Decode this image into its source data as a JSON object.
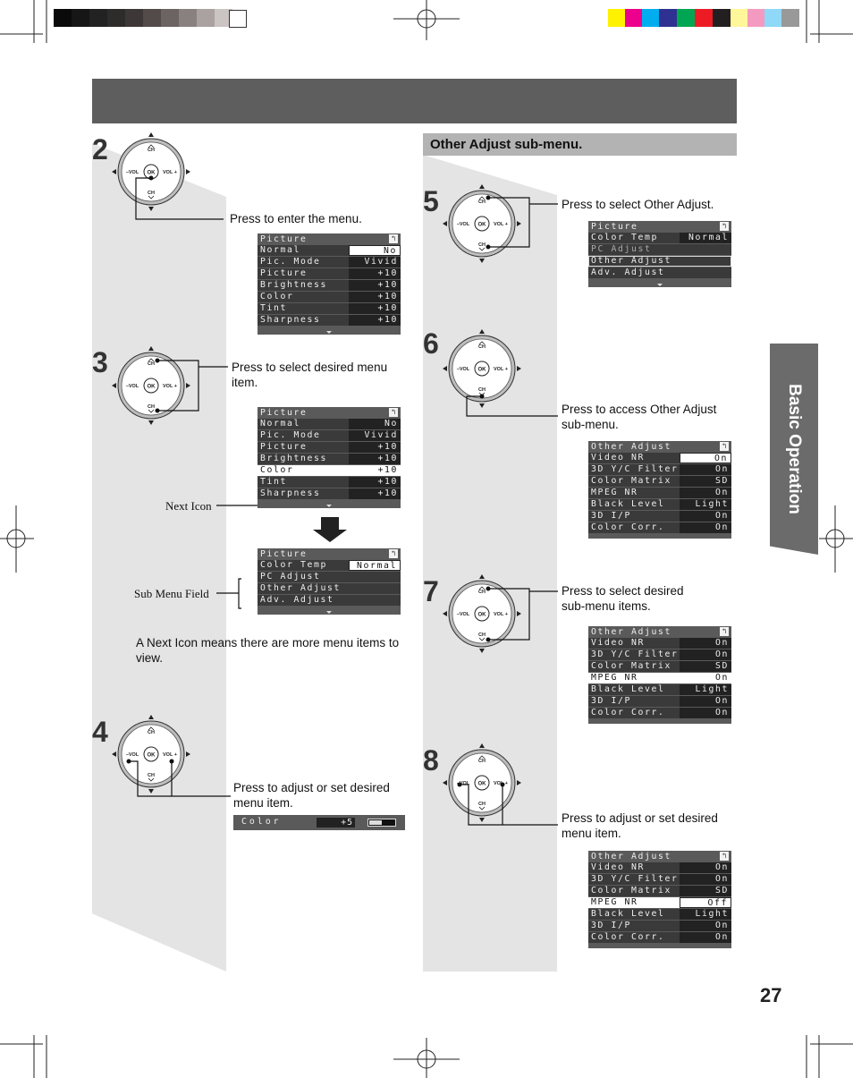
{
  "sub_header": "Other Adjust sub-menu.",
  "side_tab": "Basic Operation",
  "page_number": "27",
  "remote": {
    "ch": "CH",
    "vol_minus": "–VOL",
    "vol_plus": "VOL +",
    "ok": "OK"
  },
  "steps": {
    "s2": {
      "num": "2",
      "text": "Press to enter the menu."
    },
    "s3": {
      "num": "3",
      "text": "Press to select desired menu item."
    },
    "s4": {
      "num": "4",
      "text": "Press to adjust or set desired menu item."
    },
    "s5": {
      "num": "5",
      "text": "Press to select Other Adjust."
    },
    "s6": {
      "num": "6",
      "text": "Press to access Other Adjust sub-menu."
    },
    "s7": {
      "num": "7",
      "text": "Press to select desired sub-menu items."
    },
    "s8": {
      "num": "8",
      "text": "Press to adjust or set desired menu item."
    }
  },
  "labels": {
    "next_icon": "Next Icon",
    "sub_menu_field": "Sub Menu Field",
    "next_icon_note": "A Next Icon means there are more menu items to view."
  },
  "picture_menu": {
    "title": "Picture",
    "return_icon": "↰",
    "rows": [
      {
        "label": "Normal",
        "value": "No"
      },
      {
        "label": "Pic. Mode",
        "value": "Vivid"
      },
      {
        "label": "Picture",
        "value": "+10"
      },
      {
        "label": "Brightness",
        "value": "+10"
      },
      {
        "label": "Color",
        "value": "+10"
      },
      {
        "label": "Tint",
        "value": "+10"
      },
      {
        "label": "Sharpness",
        "value": "+10"
      }
    ]
  },
  "picture_menu_p2": {
    "title": "Picture",
    "rows": [
      {
        "label": "Color Temp",
        "value": "Normal"
      },
      {
        "label": "PC Adjust"
      },
      {
        "label": "Other Adjust"
      },
      {
        "label": "Adv. Adjust"
      }
    ]
  },
  "other_menu": {
    "title": "Other Adjust",
    "rows": [
      {
        "label": "Video NR",
        "value": "On"
      },
      {
        "label": "3D Y/C Filter",
        "value": "On"
      },
      {
        "label": "Color Matrix",
        "value": "SD"
      },
      {
        "label": "MPEG NR",
        "value": "On"
      },
      {
        "label": "Black Level",
        "value": "Light"
      },
      {
        "label": "3D I/P",
        "value": "On"
      },
      {
        "label": "Color Corr.",
        "value": "On"
      }
    ],
    "mpeg_off": "Off"
  },
  "color_bar": {
    "label": "Color",
    "value": "+5",
    "level": 0.5
  },
  "colors": {
    "header_bar": "#5e5e5e",
    "side_tab": "#6b6b6b",
    "panel": "#e4e4e4",
    "menu_bg": "#5a5a5a"
  }
}
